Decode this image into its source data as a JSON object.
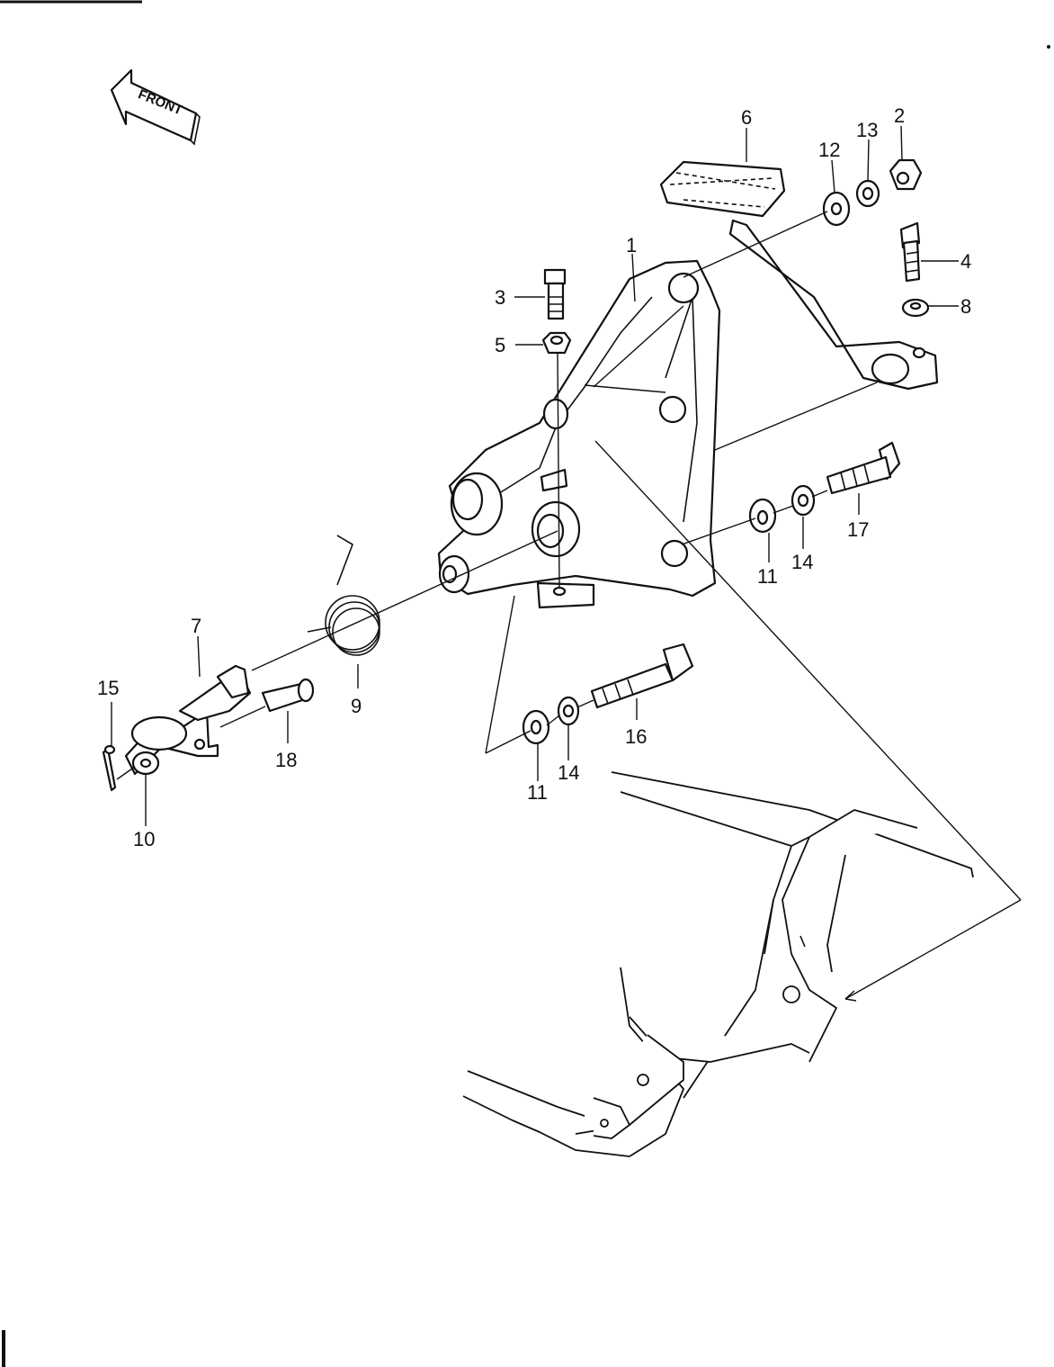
{
  "front_arrow": {
    "label": "FRONT"
  },
  "callouts": [
    {
      "id": "c1",
      "text": "1"
    },
    {
      "id": "c2",
      "text": "2"
    },
    {
      "id": "c3",
      "text": "3"
    },
    {
      "id": "c4",
      "text": "4"
    },
    {
      "id": "c5",
      "text": "5"
    },
    {
      "id": "c6",
      "text": "6"
    },
    {
      "id": "c7",
      "text": "7"
    },
    {
      "id": "c8",
      "text": "8"
    },
    {
      "id": "c9",
      "text": "9"
    },
    {
      "id": "c10",
      "text": "10"
    },
    {
      "id": "c11a",
      "text": "11"
    },
    {
      "id": "c11b",
      "text": "11"
    },
    {
      "id": "c12",
      "text": "12"
    },
    {
      "id": "c13",
      "text": "13"
    },
    {
      "id": "c14a",
      "text": "14"
    },
    {
      "id": "c14b",
      "text": "14"
    },
    {
      "id": "c15",
      "text": "15"
    },
    {
      "id": "c16",
      "text": "16"
    },
    {
      "id": "c17",
      "text": "17"
    },
    {
      "id": "c18",
      "text": "18"
    }
  ]
}
